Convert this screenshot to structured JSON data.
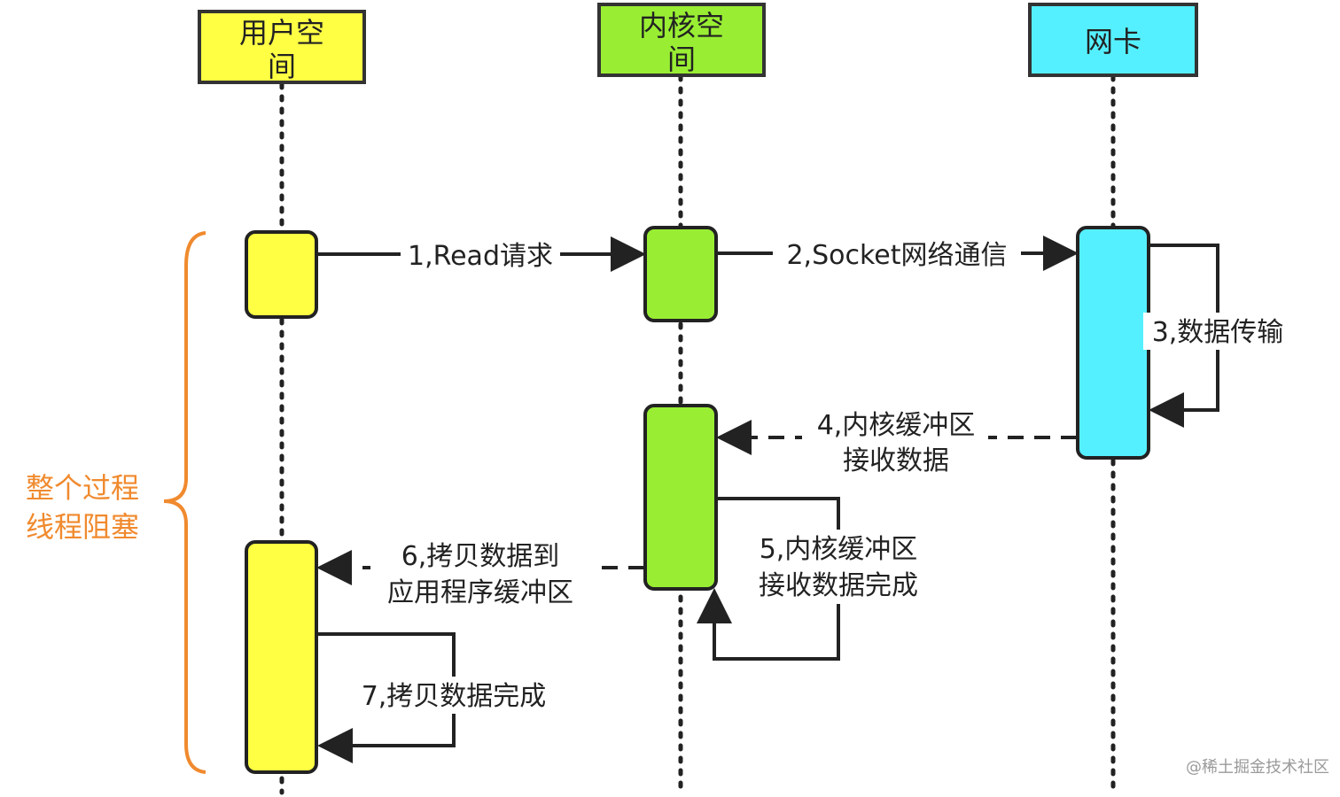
{
  "lanes": [
    {
      "title_line1": "用户空",
      "title_line2": "间",
      "color": "#ffff44"
    },
    {
      "title_line1": "内核空",
      "title_line2": "间",
      "color": "#99ee33"
    },
    {
      "title_line1": "网卡",
      "title_line2": "",
      "color": "#55f0ff"
    }
  ],
  "messages": {
    "m1": "1,Read请求",
    "m2": "2,Socket网络通信",
    "m3": "3,数据传输",
    "m4_line1": "4,内核缓冲区",
    "m4_line2": "接收数据",
    "m5_line1": "5,内核缓冲区",
    "m5_line2": "接收数据完成",
    "m6_line1": "6,拷贝数据到",
    "m6_line2": "应用程序缓冲区",
    "m7": "7,拷贝数据完成"
  },
  "side_label": {
    "line1": "整个过程",
    "line2": "线程阻塞",
    "color": "#f08a2e"
  },
  "watermark": "@稀土掘金技术社区"
}
